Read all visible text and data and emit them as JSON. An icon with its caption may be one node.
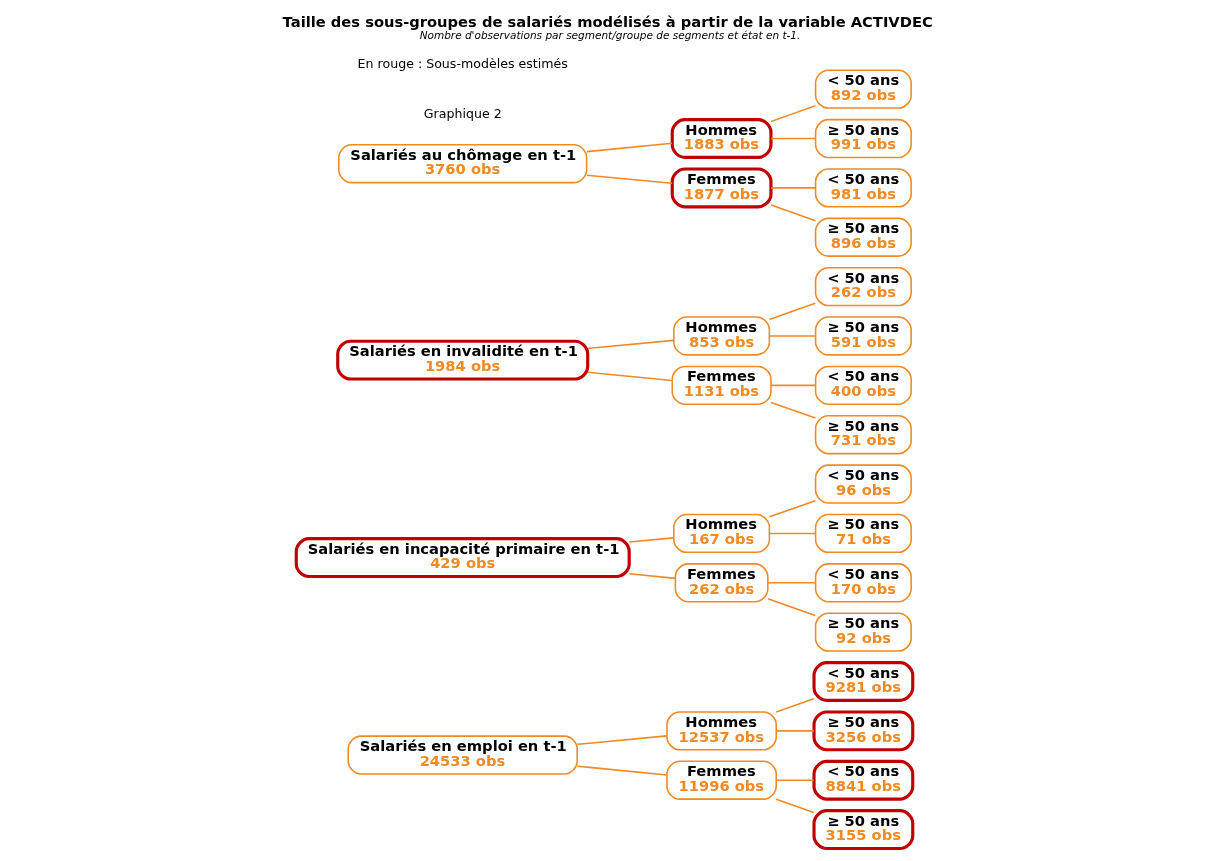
{
  "diagram": {
    "title": "Taille des sous-groupes de salariés modélisés à partir de la variable ACTIVDEC",
    "caption": "Nombre d'observations par segment/groupe de segments et état en t-1.",
    "nodes": [
      {
        "text": [
          "Salariés en emploi en t-1",
          "24533 obs"
        ]
      },
      {
        "text": [
          "Hommes",
          "12537 obs"
        ]
      },
      {
        "text": [
          "< 50 ans",
          "9281 obs"
        ]
      },
      {
        "text": [
          "≥ 50 ans",
          "3256 obs"
        ]
      },
      {
        "text": [
          "Femmes",
          "11996 obs"
        ]
      },
      {
        "text": [
          "< 50 ans",
          "8841 obs"
        ]
      },
      {
        "text": [
          "≥ 50 ans",
          "3155 obs"
        ]
      },
      {
        "text": [
          "Salariés en incapacité primaire en t-1",
          "429 obs"
        ]
      },
      {
        "text": [
          "Hommes",
          "167 obs"
        ]
      },
      {
        "text": [
          "< 50 ans",
          "96 obs"
        ]
      },
      {
        "text": [
          "≥ 50 ans",
          "71 obs"
        ]
      },
      {
        "text": [
          "Femmes",
          "262 obs"
        ]
      },
      {
        "text": [
          "< 50 ans",
          "170 obs"
        ]
      },
      {
        "text": [
          "≥ 50 ans",
          "92 obs"
        ]
      },
      {
        "text": [
          "Salariés en invalidité en t-1",
          "1984 obs"
        ]
      },
      {
        "text": [
          "Hommes",
          "853 obs"
        ]
      },
      {
        "text": [
          "< 50 ans",
          "262 obs"
        ]
      },
      {
        "text": [
          "≥ 50 ans",
          "591 obs"
        ]
      },
      {
        "text": [
          "Femmes",
          "1131 obs"
        ]
      },
      {
        "text": [
          "< 50 ans",
          "400 obs"
        ]
      },
      {
        "text": [
          "≥ 50 ans",
          "731 obs"
        ]
      },
      {
        "text": [
          "Salariés au chômage en t-1",
          "3760 obs"
        ]
      },
      {
        "text": [
          "Hommes",
          "1883 obs"
        ]
      },
      {
        "text": [
          "< 50 ans",
          "892 obs"
        ]
      },
      {
        "text": [
          "≥ 50 ans",
          "991 obs"
        ]
      },
      {
        "text": [
          "Femmes",
          "1877 obs"
        ]
      },
      {
        "text": [
          "< 50 ans",
          "981 obs"
        ]
      },
      {
        "text": [
          "≥ 50 ans",
          "896 obs"
        ]
      }
    ],
    "edges": [
      {
        "from": 0,
        "to": 1,
        "arrow": "none"
      },
      {
        "from": 1,
        "to": 2,
        "arrow": "none"
      },
      {
        "from": 1,
        "to": 3,
        "arrow": "none"
      },
      {
        "from": 0,
        "to": 4,
        "arrow": "none"
      },
      {
        "from": 4,
        "to": 5,
        "arrow": "none"
      },
      {
        "from": 4,
        "to": 6,
        "arrow": "none"
      },
      {
        "from": 7,
        "to": 8,
        "arrow": "none"
      },
      {
        "from": 8,
        "to": 9,
        "arrow": "none"
      },
      {
        "from": 8,
        "to": 10,
        "arrow": "none"
      },
      {
        "from": 7,
        "to": 11,
        "arrow": "none"
      },
      {
        "from": 11,
        "to": 12,
        "arrow": "none"
      },
      {
        "from": 11,
        "to": 13,
        "arrow": "none"
      },
      {
        "from": 14,
        "to": 15,
        "arrow": "none"
      },
      {
        "from": 15,
        "to": 16,
        "arrow": "none"
      },
      {
        "from": 15,
        "to": 17,
        "arrow": "none"
      },
      {
        "from": 14,
        "to": 18,
        "arrow": "none"
      },
      {
        "from": 18,
        "to": 19,
        "arrow": "none"
      },
      {
        "from": 18,
        "to": 20,
        "arrow": "none"
      },
      {
        "from": 21,
        "to": 22,
        "arrow": "none"
      },
      {
        "from": 22,
        "to": 23,
        "arrow": "none"
      },
      {
        "from": 22,
        "to": 24,
        "arrow": "none"
      },
      {
        "from": 21,
        "to": 25,
        "arrow": "none"
      },
      {
        "from": 25,
        "to": 26,
        "arrow": "none"
      },
      {
        "from": 25,
        "to": 27,
        "arrow": "none"
      }
    ],
    "labels": [
      "Graphique 2",
      "En rouge : Sous-modèles estimés"
    ]
  }
}
